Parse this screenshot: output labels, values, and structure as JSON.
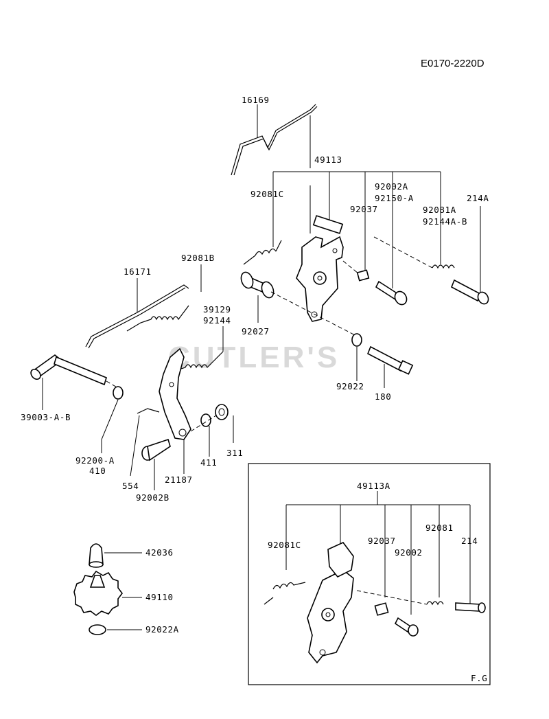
{
  "diagram_code": "E0170-2220D",
  "watermark": "CUTLER'S",
  "inset_label": "F.G",
  "labels": {
    "p16169": "16169",
    "p49113": "49113",
    "p92081C": "92081C",
    "p92002A": "92002A",
    "p92150A": "92150-A",
    "p214A": "214A",
    "p92037": "92037",
    "p92081A": "92081A",
    "p92144AB": "92144A-B",
    "p16171": "16171",
    "p92081B": "92081B",
    "p39129": "39129",
    "p92144": "92144",
    "p92027": "92027",
    "p92022": "92022",
    "p180": "180",
    "p39003AB": "39003-A-B",
    "p92200A": "92200-A",
    "p410": "410",
    "p554": "554",
    "p21187": "21187",
    "p411": "411",
    "p311": "311",
    "p92002B": "92002B",
    "p42036": "42036",
    "p49110": "49110",
    "p92022A": "92022A",
    "i49113A": "49113A",
    "i92081C": "92081C",
    "i92037": "92037",
    "i92081": "92081",
    "i214": "214",
    "i92002": "92002"
  }
}
